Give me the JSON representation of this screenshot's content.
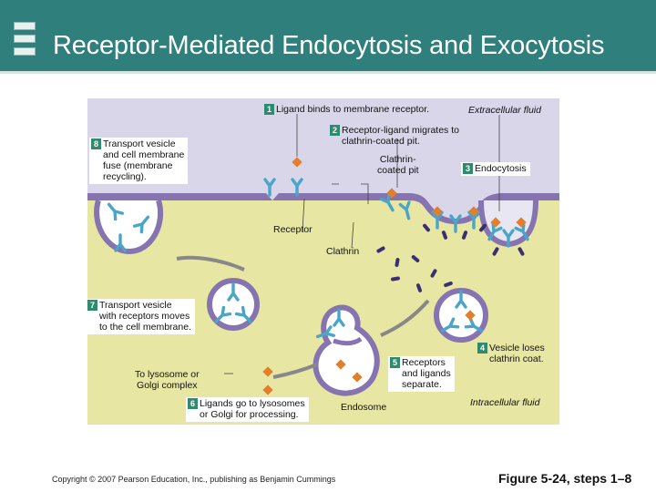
{
  "slide": {
    "title": "Receptor-Mediated Endocytosis and Exocytosis",
    "copyright": "Copyright © 2007 Pearson Education, Inc., publishing as Benjamin Cummings",
    "figure_label": "Figure 5-24, steps 1–8"
  },
  "diagram": {
    "regions": {
      "extracellular": "Extracellular fluid",
      "intracellular": "Intracellular fluid"
    },
    "steps": [
      {
        "number": "1",
        "text": "Ligand binds to membrane receptor."
      },
      {
        "number": "2",
        "text_line1": "Receptor-ligand migrates to",
        "text_line2": "clathrin-coated pit."
      },
      {
        "number": "3",
        "text": "Endocytosis"
      },
      {
        "number": "4",
        "text_line1": "Vesicle loses",
        "text_line2": "clathrin coat."
      },
      {
        "number": "5",
        "text_line1": "Receptors",
        "text_line2": "and ligands",
        "text_line3": "separate."
      },
      {
        "number": "6",
        "text_line1": "Ligands go to lysosomes",
        "text_line2": "or Golgi for processing."
      },
      {
        "number": "7",
        "text_line1": "Transport vesicle",
        "text_line2": "with receptors moves",
        "text_line3": "to the cell membrane."
      },
      {
        "number": "8",
        "text_line1": "Transport vesicle",
        "text_line2": "and cell membrane",
        "text_line3": "fuse (membrane",
        "text_line4": "recycling)."
      }
    ],
    "labels": {
      "clathrin_coated_pit_1": "Clathrin-",
      "clathrin_coated_pit_2": "coated pit",
      "receptor": "Receptor",
      "clathrin": "Clathrin",
      "endosome": "Endosome",
      "lysosome_1": "To lysosome or",
      "lysosome_2": "Golgi complex"
    },
    "colors": {
      "extracellular": "#d9d6ea",
      "cytoplasm": "#e7e6a3",
      "membrane": "#8574b0",
      "receptor": "#4aa6c9",
      "ligand": "#e27f2c",
      "clathrin": "#3a2f6f",
      "step_badge": "#2f8a6e",
      "header": "#2f7f7c"
    }
  }
}
